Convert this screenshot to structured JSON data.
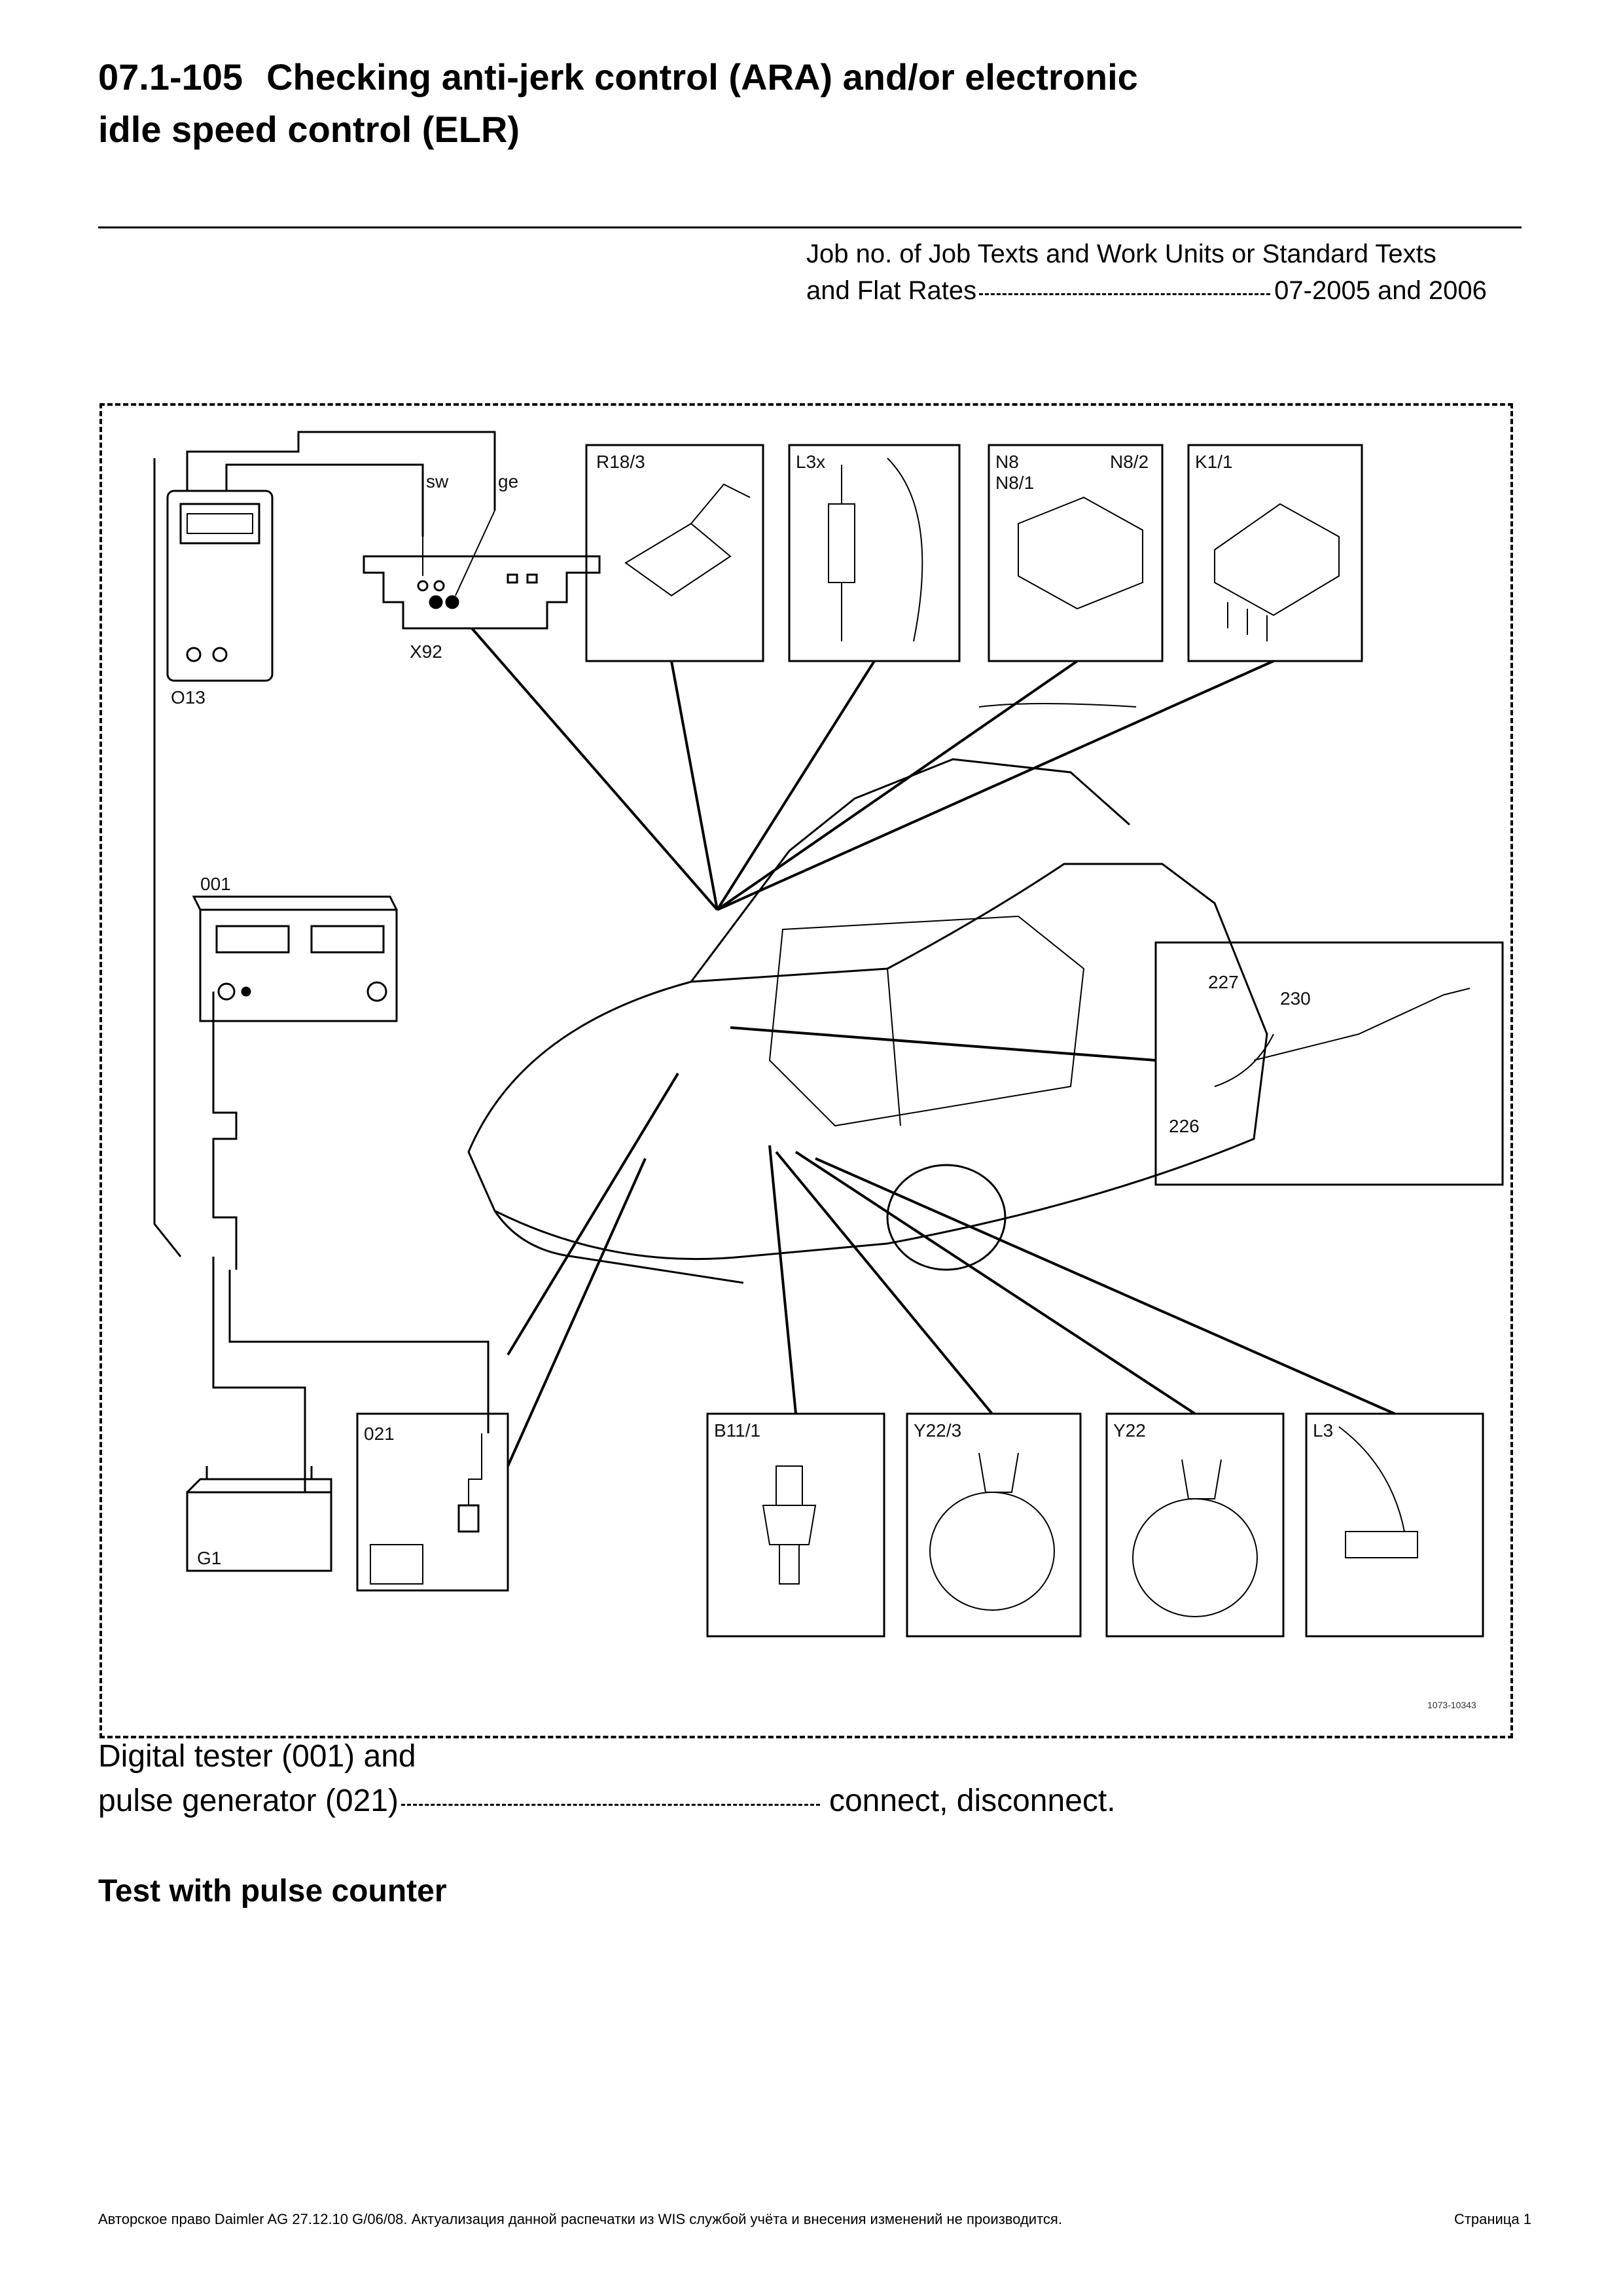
{
  "header": {
    "number": "07.1-105",
    "title_line1": "Checking anti-jerk control (ARA) and/or electronic",
    "title_line2": "idle speed control (ELR)"
  },
  "job_reference": {
    "line1": "Job no. of Job Texts and Work Units or Standard Texts",
    "line2_label": "and Flat Rates",
    "line2_value": "07-2005 and 2006"
  },
  "figure": {
    "labels": {
      "o13": "O13",
      "x92": "X92",
      "sw": "sw",
      "ge": "ge",
      "tester": "001",
      "pulse": "021",
      "battery": "G1",
      "r18": "R18/3",
      "l3x": "L3x",
      "n8": "N8",
      "n82": "N8/2",
      "n81": "N8/1",
      "k11": "K1/1",
      "d227": "227",
      "d230": "230",
      "d226": "226",
      "b111": "B11/1",
      "y223": "Y22/3",
      "y22": "Y22",
      "l3": "L3",
      "code": "1073-10343"
    }
  },
  "caption": {
    "line1": "Digital tester (001) and",
    "line2_label": "pulse generator (021)",
    "line2_value": "connect, disconnect."
  },
  "section_heading": "Test with pulse counter",
  "footer": {
    "copyright": "Авторское право Daimler AG 27.12.10 G/06/08. Актуализация данной распечатки из WIS службой учёта и внесения изменений не производится.",
    "page": "Страница 1"
  }
}
